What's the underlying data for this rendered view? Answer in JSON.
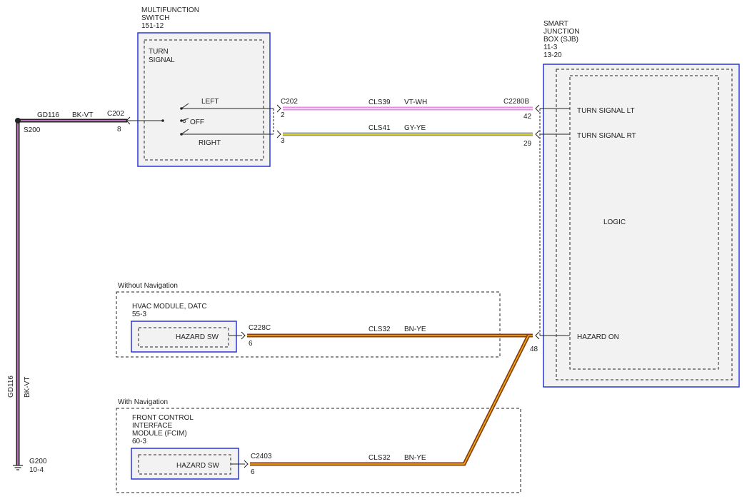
{
  "switch": {
    "title": [
      "MULTIFUNCTION",
      "SWITCH",
      "151-12"
    ],
    "inner_label": [
      "TURN",
      "SIGNAL"
    ],
    "left": "LEFT",
    "off": "OFF",
    "right": "RIGHT"
  },
  "sjb": {
    "title": [
      "SMART",
      "JUNCTION",
      "BOX (SJB)",
      "11-3",
      "13-20"
    ],
    "turn_lt": "TURN SIGNAL LT",
    "turn_rt": "TURN SIGNAL RT",
    "logic": "LOGIC",
    "hazard_on": "HAZARD ON"
  },
  "wires": {
    "gd116": "GD116",
    "bkvt": "BK-VT",
    "c202_left": "C202",
    "pin8": "8",
    "s200": "S200",
    "c202_right": "C202",
    "pin2": "2",
    "pin3": "3",
    "cls39": "CLS39",
    "vtwh": "VT-WH",
    "c2280b": "C2280B",
    "pin42": "42",
    "cls41": "CLS41",
    "gyye": "GY-YE",
    "pin29": "29",
    "pin48": "48"
  },
  "hvac": {
    "variant": "Without Navigation",
    "title": [
      "HVAC MODULE, DATC",
      "55-3"
    ],
    "hazard_sw": "HAZARD SW",
    "connector": "C228C",
    "pin": "6",
    "cls": "CLS32",
    "color": "BN-YE"
  },
  "fcim": {
    "variant": "With Navigation",
    "title": [
      "FRONT CONTROL",
      "INTERFACE",
      "MODULE (FCIM)",
      "60-3"
    ],
    "hazard_sw": "HAZARD SW",
    "connector": "C2403",
    "pin": "6",
    "cls": "CLS32",
    "color": "BN-YE"
  },
  "ground": {
    "label": "G200",
    "ref": "10-4"
  },
  "colors": {
    "module_border": "#2a35d8",
    "module_fill": "#f2f2f2",
    "wire_bkvt": [
      "#222222",
      "#ea8ae8"
    ],
    "wire_vtwh": [
      "#ea8ae8",
      "#ffffff"
    ],
    "wire_gyye": [
      "#9a9a9a",
      "#e8e000"
    ],
    "wire_bnye": [
      "#8a3a10",
      "#f5b800"
    ]
  }
}
